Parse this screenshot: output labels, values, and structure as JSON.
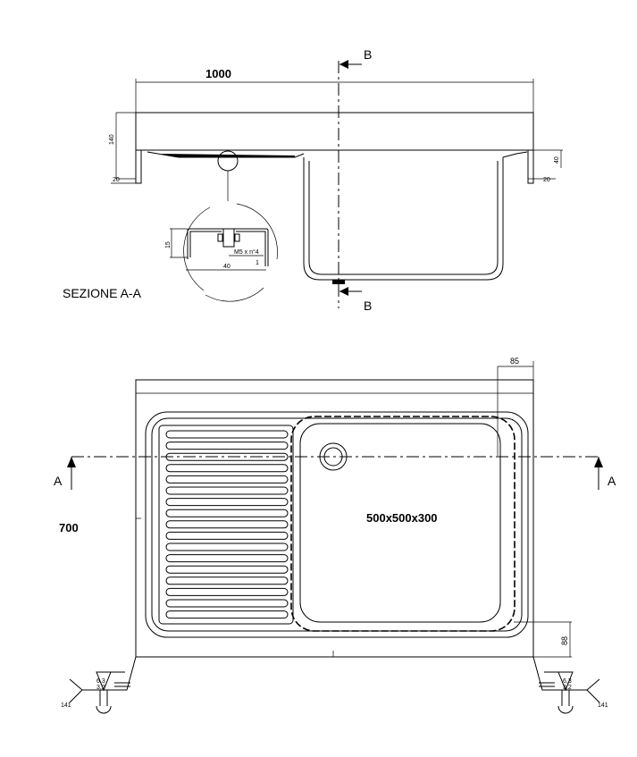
{
  "top_view": {
    "width_dim": "1000",
    "height_dim": "140",
    "leg_left_dim": "20",
    "leg_right_dim": "20",
    "rim_right_dim": "40",
    "section_b_top": "B",
    "section_b_bottom": "B",
    "section_title": "SEZIONE A-A"
  },
  "detail": {
    "height_dim": "15",
    "width_dim": "40",
    "thickness_dim": "1",
    "bolt_label": "M5 x n°4"
  },
  "plan_view": {
    "depth_dim": "700",
    "bowl_size": "500x500x300",
    "offset_top_dim": "85",
    "offset_bottom_dim": "88",
    "section_a_left": "A",
    "section_a_right": "A"
  },
  "weld_symbols": {
    "left": {
      "process": "141",
      "upper": "6,3",
      "lower": "3,2"
    },
    "right": {
      "process": "141",
      "upper": "6,3",
      "lower": "3,2"
    }
  }
}
